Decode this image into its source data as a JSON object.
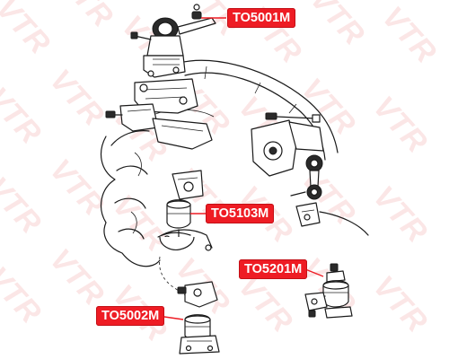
{
  "watermark": {
    "text": "VTR",
    "color": "#f28a8a"
  },
  "accent_color": "#ee1c24",
  "parts": [
    {
      "id": "to5001m",
      "code": "TO5001M"
    },
    {
      "id": "to5103m",
      "code": "TO5103M"
    },
    {
      "id": "to5201m",
      "code": "TO5201M"
    },
    {
      "id": "to5002m",
      "code": "TO5002M"
    }
  ]
}
